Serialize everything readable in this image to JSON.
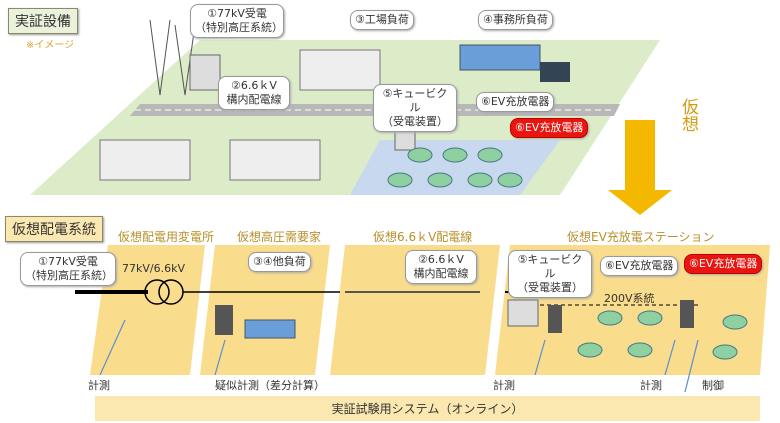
{
  "top": {
    "title": "実証設備",
    "note": "※イメージ",
    "callouts": {
      "c1": [
        "①77kV受電",
        "（特別高圧系統）"
      ],
      "c3": "③工場負荷",
      "c4": "④事務所負荷",
      "c2": [
        "②6.6ｋV",
        "構内配電線"
      ],
      "c5": [
        "⑤キュービクル",
        "（受電装置）"
      ],
      "c6": "⑥EV充放電器",
      "c6red": "⑥EV充放電器"
    }
  },
  "arrow_label": "仮想",
  "bottom": {
    "title": "仮想配電系統",
    "sections": [
      "仮想配電用変電所",
      "仮想高圧需要家",
      "仮想6.6ｋV配電線",
      "仮想EV充放電ステーション"
    ],
    "callouts": {
      "c1": [
        "①77kV受電",
        "（特別高圧系統）"
      ],
      "c34": "③④他負荷",
      "c2": [
        "②6.6ｋV",
        "構内配電線"
      ],
      "c5": [
        "⑤キュービクル",
        "（受電装置）"
      ],
      "c6": "⑥EV充放電器",
      "c6red": "⑥EV充放電器"
    },
    "transformer": "77kV/6.6kV",
    "system_200v": "200V系統",
    "measure": [
      "計測",
      "疑似計測（差分計算）",
      "計測",
      "計測",
      "制御"
    ],
    "system_bar": "実証試験用システム（オンライン）"
  },
  "colors": {
    "green": "#dcebc8",
    "yellow": "#f9dc8c",
    "arrow": "#f5b800",
    "red": "#e8160e"
  }
}
